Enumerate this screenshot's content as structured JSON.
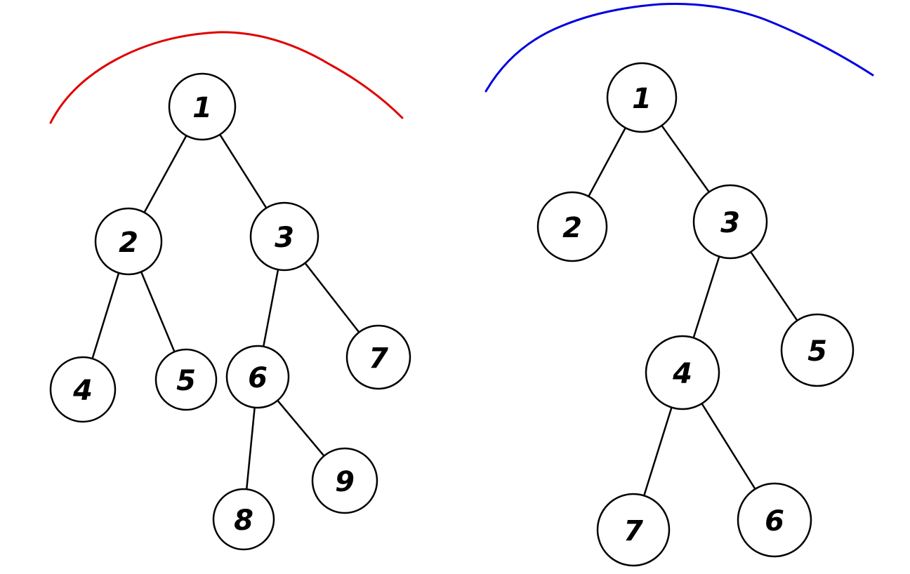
{
  "trees": [
    {
      "arc_color": "#e00000",
      "nodes": [
        {
          "id": "1",
          "label": "1"
        },
        {
          "id": "2",
          "label": "2"
        },
        {
          "id": "3",
          "label": "3"
        },
        {
          "id": "4",
          "label": "4"
        },
        {
          "id": "5",
          "label": "5"
        },
        {
          "id": "6",
          "label": "6"
        },
        {
          "id": "7",
          "label": "7"
        },
        {
          "id": "8",
          "label": "8"
        },
        {
          "id": "9",
          "label": "9"
        }
      ],
      "edges": [
        [
          "1",
          "2"
        ],
        [
          "1",
          "3"
        ],
        [
          "2",
          "4"
        ],
        [
          "2",
          "5"
        ],
        [
          "3",
          "6"
        ],
        [
          "3",
          "7"
        ],
        [
          "6",
          "8"
        ],
        [
          "6",
          "9"
        ]
      ]
    },
    {
      "arc_color": "#0000e0",
      "nodes": [
        {
          "id": "1",
          "label": "1"
        },
        {
          "id": "2",
          "label": "2"
        },
        {
          "id": "3",
          "label": "3"
        },
        {
          "id": "4",
          "label": "4"
        },
        {
          "id": "5",
          "label": "5"
        },
        {
          "id": "7",
          "label": "7"
        },
        {
          "id": "6",
          "label": "6"
        }
      ],
      "edges": [
        [
          "1",
          "2"
        ],
        [
          "1",
          "3"
        ],
        [
          "3",
          "4"
        ],
        [
          "3",
          "5"
        ],
        [
          "4",
          "7"
        ],
        [
          "4",
          "6"
        ]
      ]
    }
  ]
}
